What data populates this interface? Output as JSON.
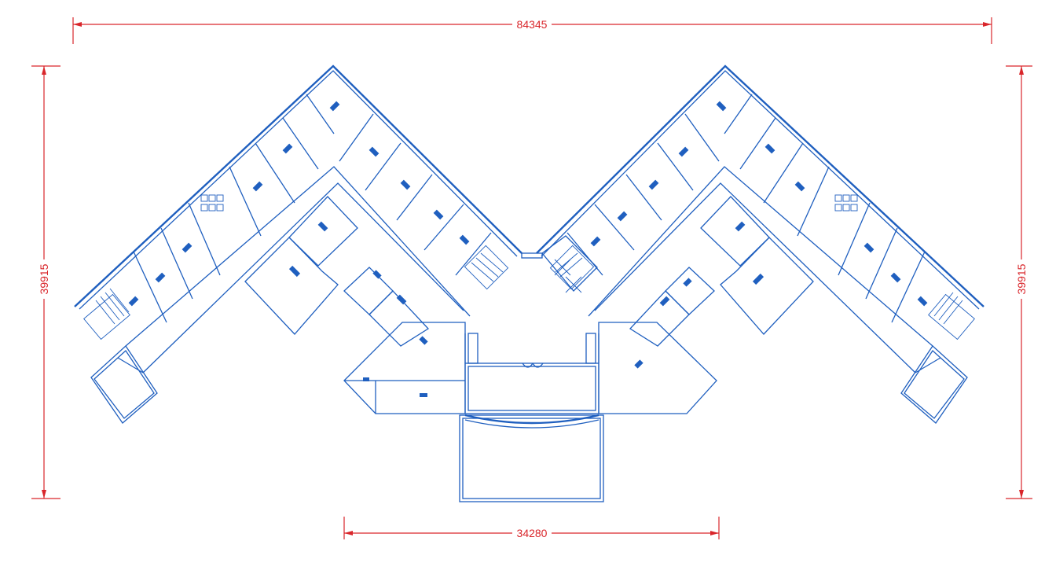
{
  "dimensions": {
    "overall_width": "84345",
    "overall_height_left": "39915",
    "overall_height_right": "39915",
    "entrance_width": "34280"
  },
  "colors": {
    "dimension": "#d9262b",
    "walls": "#1f5fbf",
    "background": "#ffffff"
  }
}
